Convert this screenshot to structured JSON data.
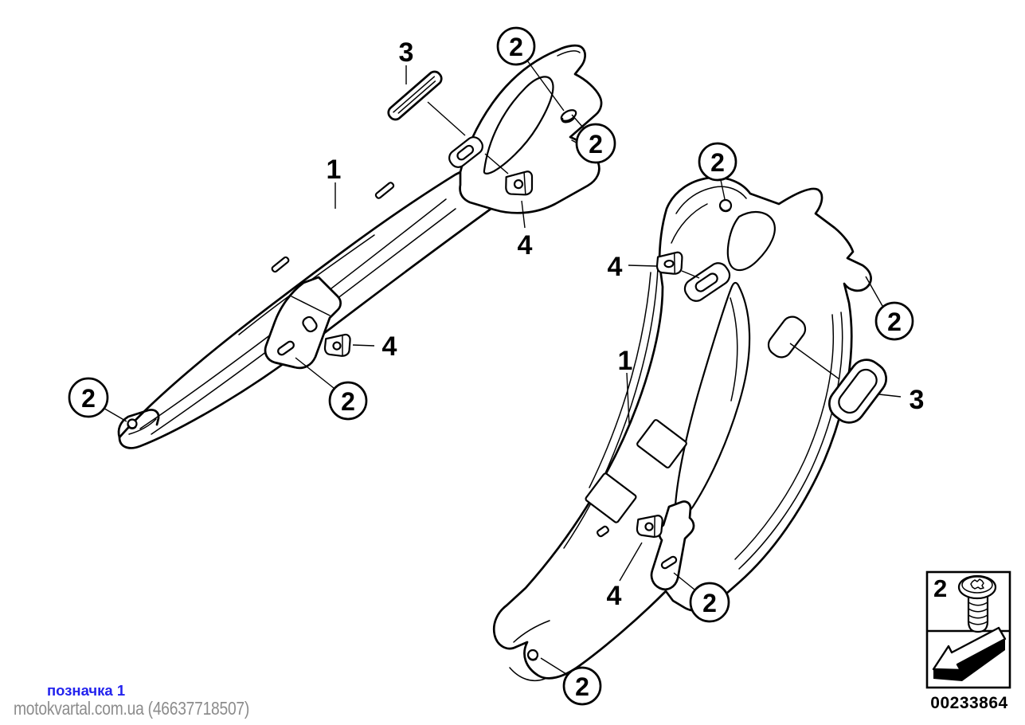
{
  "document": {
    "type": "parts-diagram",
    "description": "exploded line drawing of two rear side trim panels with fastener callouts"
  },
  "colors": {
    "line": "#000000",
    "background": "#ffffff",
    "link_blue": "#2323ee",
    "watermark_gray": "#8c8c8c"
  },
  "callouts": {
    "circles": [
      {
        "name": "left-top",
        "label": "2"
      },
      {
        "name": "left-upper-right",
        "label": "2"
      },
      {
        "name": "left-bottom-left",
        "label": "2"
      },
      {
        "name": "left-bottom-right",
        "label": "2"
      },
      {
        "name": "right-top",
        "label": "2"
      },
      {
        "name": "right-side",
        "label": "2"
      },
      {
        "name": "right-bottom-middle",
        "label": "2"
      },
      {
        "name": "right-bottom-tip",
        "label": "2"
      }
    ],
    "items": [
      {
        "name": "left-panel",
        "label": "1"
      },
      {
        "name": "left-pad",
        "label": "3"
      },
      {
        "name": "left-clip-top",
        "label": "4"
      },
      {
        "name": "left-clip-middle",
        "label": "4"
      },
      {
        "name": "right-panel",
        "label": "1"
      },
      {
        "name": "right-grommet",
        "label": "3"
      },
      {
        "name": "right-clip-top",
        "label": "4"
      },
      {
        "name": "right-clip-bottom",
        "label": "4"
      }
    ]
  },
  "legend": {
    "fastener_label": "2",
    "fastener_icon": "torx-screw-icon",
    "direction_icon": "direction-arrow-icon",
    "part_number": "00233864"
  },
  "watermark": {
    "link_text": "позначка 1",
    "site_text": "motokvartal.com.ua (46637718507)"
  }
}
